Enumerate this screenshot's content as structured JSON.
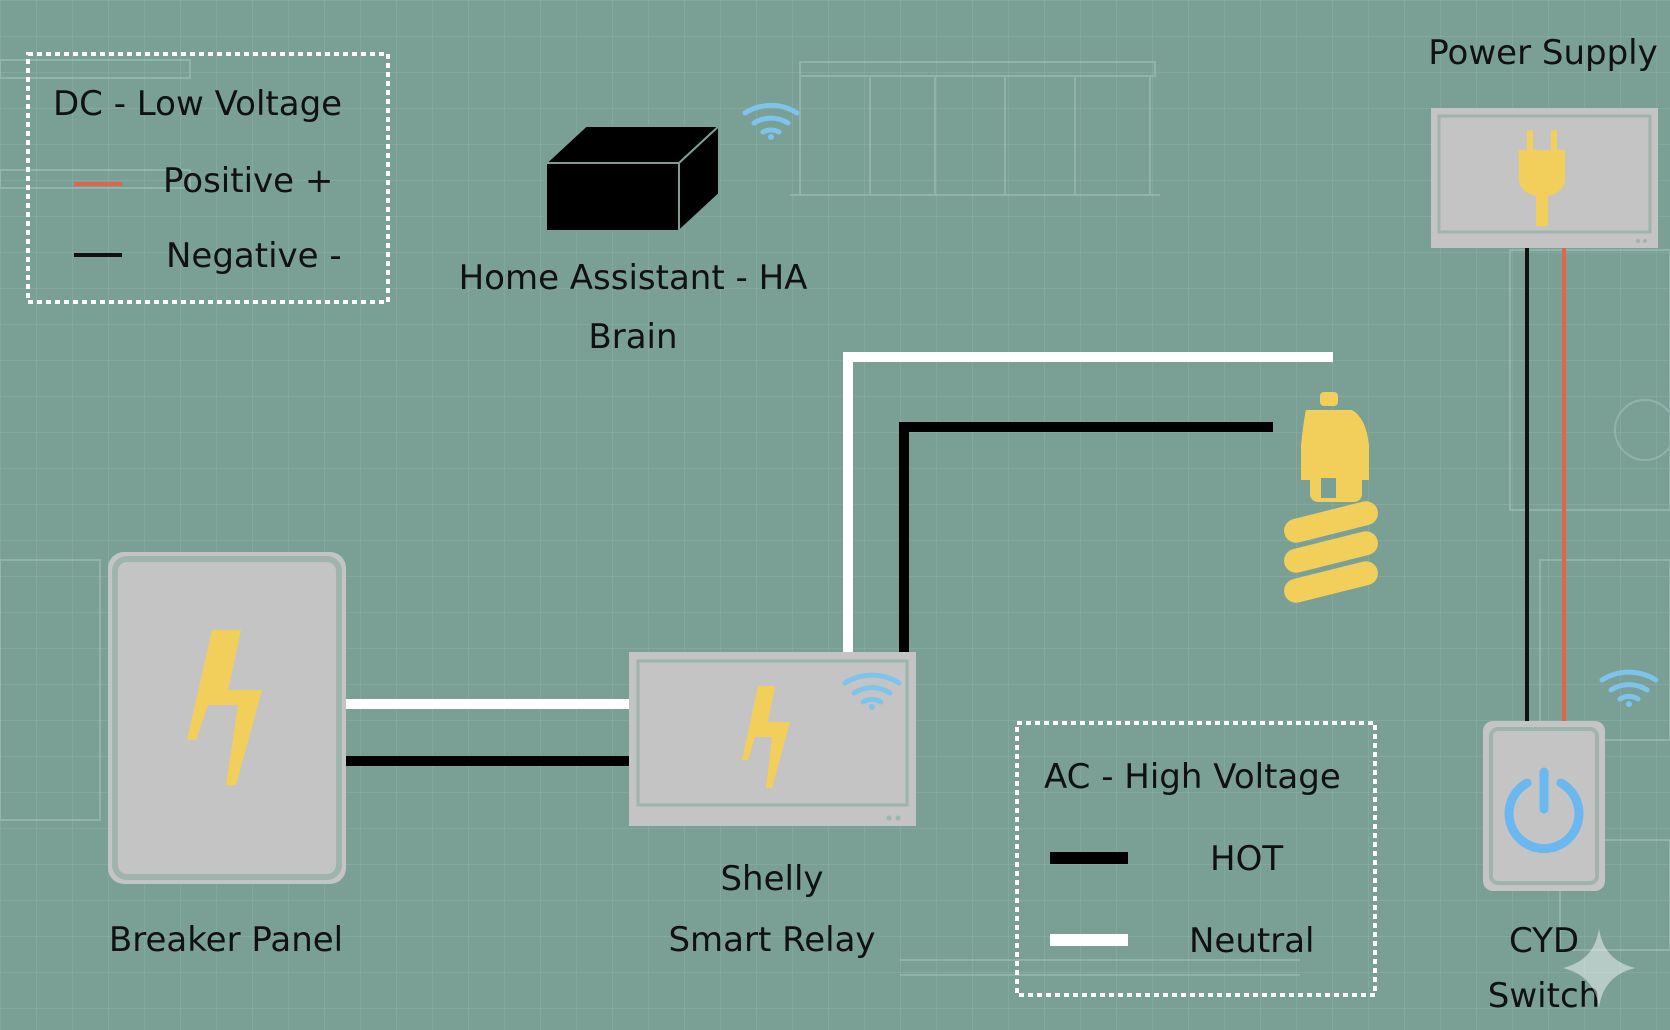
{
  "colors": {
    "background": "#7aa096",
    "grid": "#8fb3aa",
    "device_box": "#c4c4c4",
    "device_border": "#9eb5ae",
    "bolt": "#f2cf5b",
    "wifi": "#7ec3ec",
    "power_icon": "#6ab8ef",
    "hot_wire": "#000000",
    "neutral_wire": "#ffffff",
    "dc_positive": "#e0654c",
    "dc_negative": "#111111",
    "brain_box": "#000000"
  },
  "dc_legend": {
    "title": "DC - Low Voltage",
    "positive_label": "Positive +",
    "negative_label": "Negative -"
  },
  "ac_legend": {
    "title": "AC - High Voltage",
    "hot_label": "HOT",
    "neutral_label": "Neutral"
  },
  "home_assistant": {
    "line1": "Home Assistant - HA",
    "line2": "Brain",
    "icon": "box-icon",
    "wireless_icon": "wifi-icon"
  },
  "power_supply": {
    "label": "Power Supply",
    "icon": "plug-icon"
  },
  "breaker_panel": {
    "label": "Breaker Panel",
    "icon": "lightning-bolt-icon"
  },
  "shelly": {
    "line1": "Shelly",
    "line2": "Smart Relay",
    "icon": "lightning-bolt-icon",
    "wireless_icon": "wifi-icon"
  },
  "light_bulb": {
    "icon": "light-bulb-icon"
  },
  "cyd_switch": {
    "line1": "CYD",
    "line2": "Switch",
    "icon": "power-icon",
    "wireless_icon": "wifi-icon"
  }
}
